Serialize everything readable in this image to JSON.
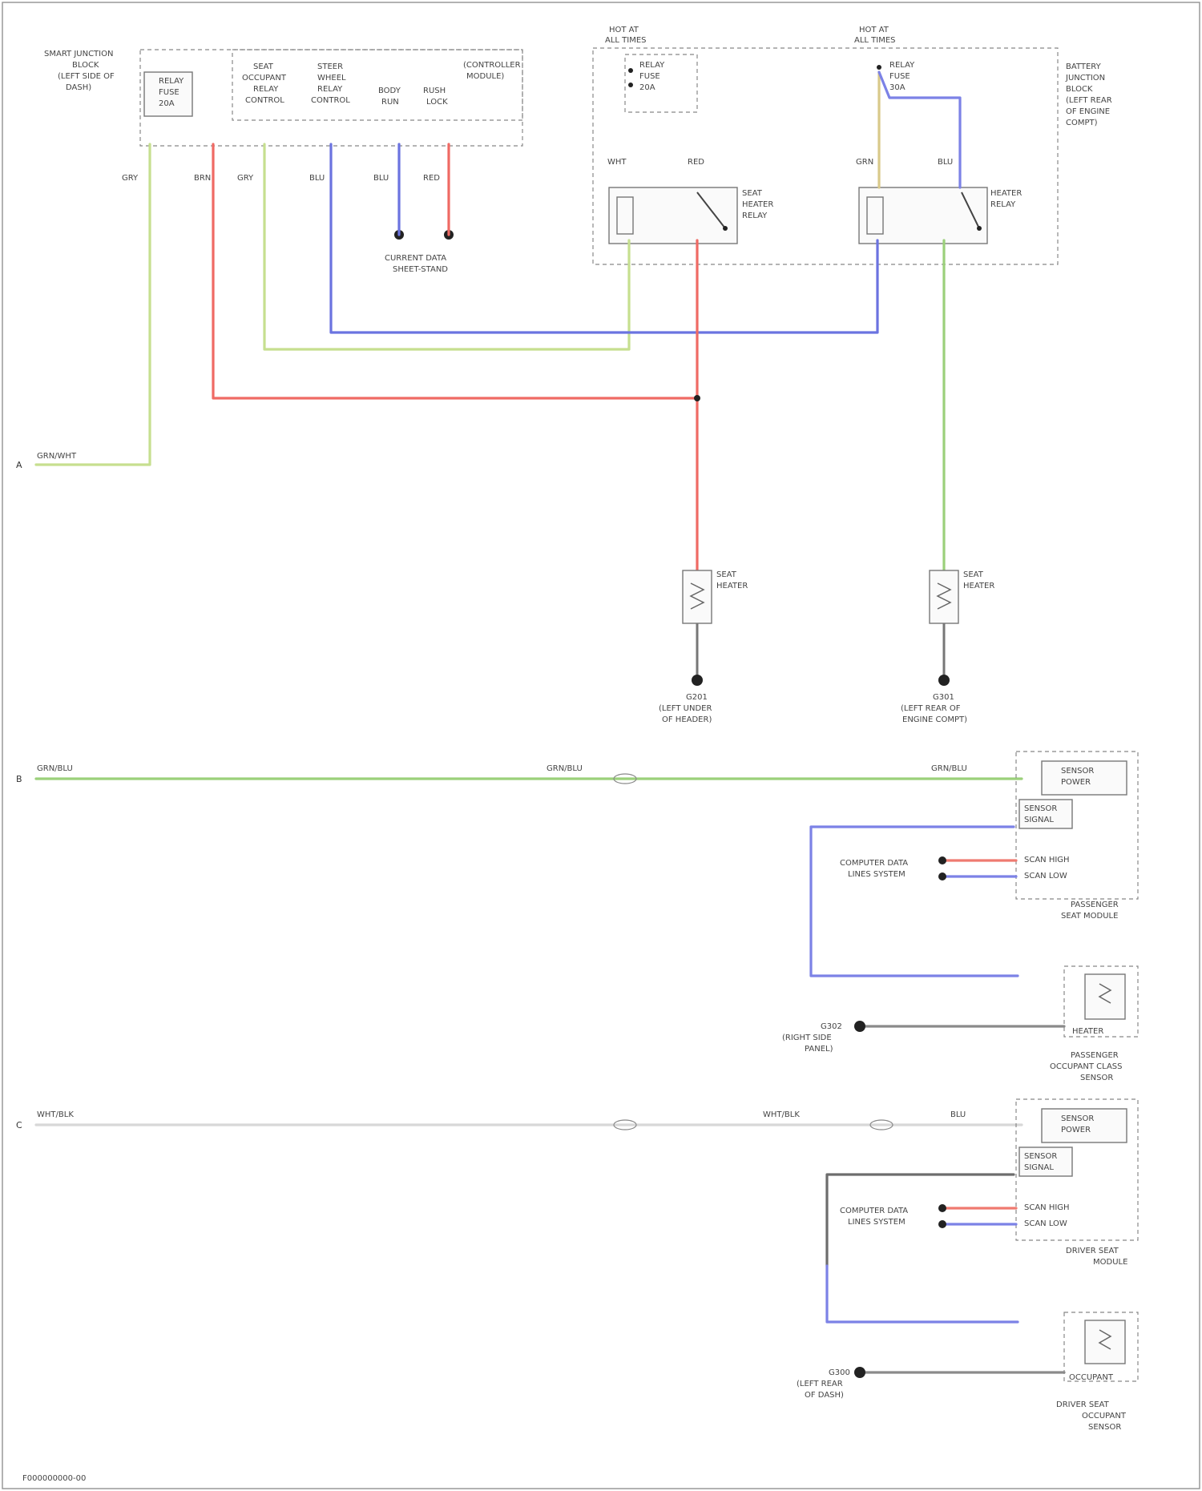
{
  "colors": {
    "red": "#ef5350",
    "blue": "#5c6bd6",
    "green": "#8cc96a",
    "lime": "#b8d87a",
    "gray": "#9e9e9e",
    "dark": "#555555"
  },
  "diagram_id": "F000000000-00",
  "top": {
    "smart_junction_box": [
      "SMART JUNCTION",
      "BLOCK",
      "(LEFT SIDE OF",
      "DASH)"
    ],
    "relay_fuse": [
      "RELAY",
      "FUSE",
      "20A"
    ],
    "module_labels": [
      "SEAT",
      "OCCUPANT",
      "RELAY",
      "CONTROL"
    ],
    "module2_labels": [
      "STEER",
      "WHEEL",
      "RELAY",
      "CONTROL"
    ],
    "module3_labels": [
      "BODY",
      "RUN"
    ],
    "module4_labels": [
      "RUSH",
      "LOCK"
    ],
    "controller_labels": [
      "(CONTROLLER",
      "MODULE)"
    ],
    "ground_label_top": [
      "CURRENT DATA",
      "SHEET-STAND"
    ],
    "hot_at_all_times_1": [
      "HOT AT",
      "ALL TIMES"
    ],
    "hot_at_all_times_2": [
      "HOT AT",
      "ALL TIMES"
    ],
    "fuse_block_labels": [
      "BATTERY",
      "JUNCTION",
      "BLOCK",
      "(LEFT REAR",
      "OF ENGINE",
      "COMPT)"
    ],
    "fuse_a": [
      "RELAY",
      "FUSE",
      "20A"
    ],
    "fuse_b": [
      "RELAY",
      "FUSE",
      "30A"
    ],
    "relay1": [
      "SEAT",
      "HEATER",
      "RELAY"
    ],
    "relay2": [
      "HEATER",
      "RELAY"
    ],
    "wire_codes": [
      "GRY",
      "BRN",
      "GRY",
      "BLU",
      "BLU",
      "RED",
      "WHT",
      "RED",
      "BLU",
      "GRN"
    ],
    "heater_left": [
      "SEAT",
      "HEATER"
    ],
    "heater_right": [
      "SEAT",
      "HEATER"
    ],
    "ground_left": [
      "G201",
      "(LEFT UNDER",
      "OF HEADER)"
    ],
    "ground_right": [
      "G301",
      "(LEFT REAR OF",
      "ENGINE COMPT)"
    ],
    "section_a_label": "GRN/WHT"
  },
  "section_b": {
    "letter": "B",
    "wire_label_left": "GRN/BLU",
    "wire_label_mid": "GRN/BLU",
    "wire_label_right": "GRN/BLU",
    "sensor_top": [
      "SENSOR",
      "POWER"
    ],
    "sensor_ref": [
      "SENSOR",
      "SIGNAL"
    ],
    "module_name": [
      "PASSENGER",
      "SEAT MODULE"
    ],
    "comp_label": [
      "COMPUTER DATA",
      "LINES SYSTEM"
    ],
    "can_hi": "SCAN HIGH",
    "can_lo": "SCAN LOW",
    "ground": [
      "G302",
      "(RIGHT SIDE",
      "PANEL)"
    ],
    "sensor_name": [
      "PASSENGER",
      "OCCUPANT CLASS",
      "SENSOR"
    ],
    "heater_label": "HEATER"
  },
  "section_c": {
    "letter": "C",
    "wire_label_left": "WHT/BLK",
    "wire_label_mid": "WHT/BLK",
    "wire_label_right": "BLU",
    "module_name": [
      "DRIVER SEAT",
      "MODULE"
    ],
    "comp_label": [
      "COMPUTER DATA",
      "LINES SYSTEM"
    ],
    "can_hi": "SCAN HIGH",
    "can_lo": "SCAN LOW",
    "ground": [
      "G300",
      "(LEFT REAR",
      "OF DASH)"
    ],
    "sensor_name": [
      "DRIVER SEAT",
      "OCCUPANT",
      "SENSOR"
    ],
    "heater_label": "OCCUPANT"
  }
}
